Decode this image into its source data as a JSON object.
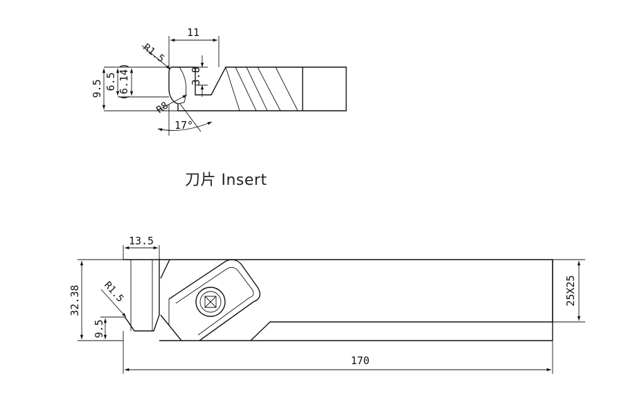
{
  "caption": "刀片 Insert",
  "insert_view": {
    "dim_width": "11",
    "dim_radius_top": "R1.5",
    "dim_radius_bottom": "R8",
    "dim_h1": "9.5",
    "dim_h2": "6.5",
    "dim_h3": "(6.14)",
    "dim_h4": "3.8",
    "dim_angle": "17°"
  },
  "holder_view": {
    "dim_width": "13.5",
    "dim_height": "32.38",
    "dim_small": "9.5",
    "dim_radius": "R1.5",
    "dim_section": "25X25",
    "dim_length": "170"
  }
}
